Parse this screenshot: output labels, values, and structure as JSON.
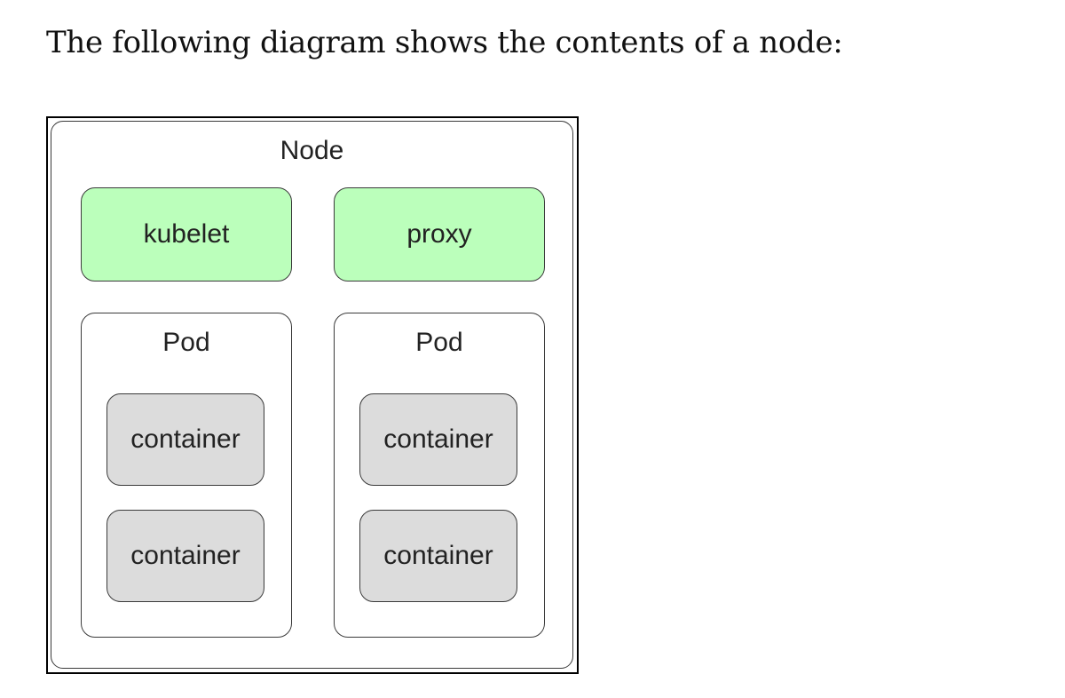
{
  "intro_text": "The following diagram shows the contents of a node:",
  "diagram": {
    "node_label": "Node",
    "agents": [
      {
        "label": "kubelet"
      },
      {
        "label": "proxy"
      }
    ],
    "pods": [
      {
        "label": "Pod",
        "containers": [
          "container",
          "container"
        ]
      },
      {
        "label": "Pod",
        "containers": [
          "container",
          "container"
        ]
      }
    ]
  },
  "colors": {
    "agent_fill": "#bbffbb",
    "container_fill": "#dcdcdc",
    "border": "#3a3a3a"
  }
}
